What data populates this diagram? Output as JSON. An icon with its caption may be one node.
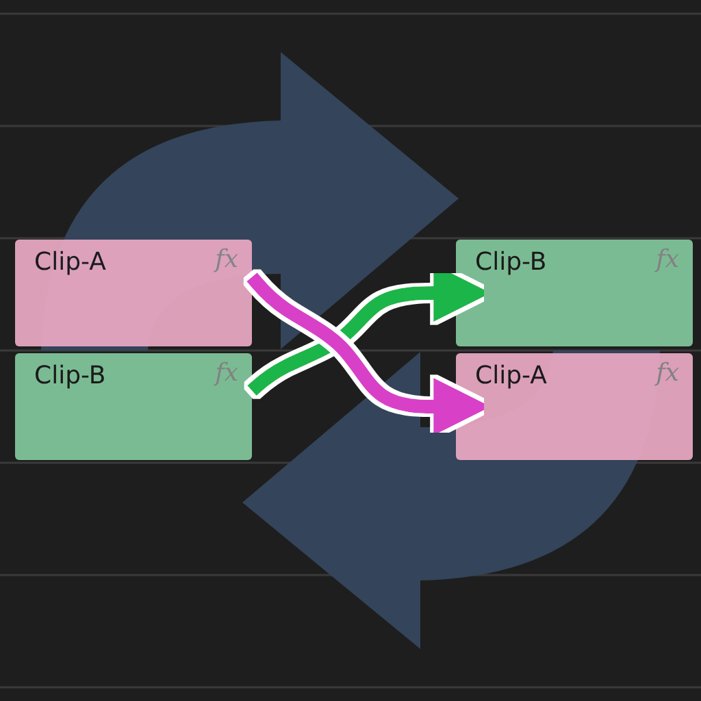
{
  "diagram": {
    "nodes": [
      {
        "text": [
          "Clip-A",
          "fx"
        ]
      },
      {
        "text": [
          "Clip-B",
          "fx"
        ]
      },
      {
        "text": [
          "Clip-B",
          "fx"
        ]
      },
      {
        "text": [
          "Clip-A",
          "fx"
        ]
      }
    ],
    "edges": [
      {
        "from": 1,
        "to": 2,
        "arrow": "to",
        "color": "#1fb54a"
      },
      {
        "from": 0,
        "to": 3,
        "arrow": "to",
        "color": "#d940c8"
      }
    ]
  }
}
